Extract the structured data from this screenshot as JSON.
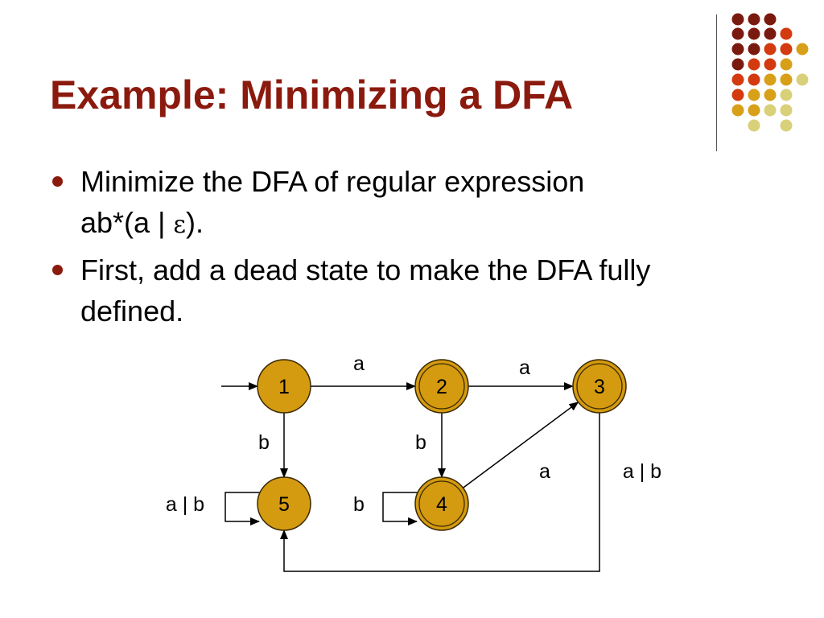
{
  "slide": {
    "title": "Example: Minimizing a DFA",
    "bullets": [
      {
        "lines": [
          "Minimize the DFA of regular expression",
          "ab*(a | ε)."
        ]
      },
      {
        "lines": [
          "First, add a dead state to make the DFA fully",
          "defined."
        ]
      }
    ]
  },
  "colors": {
    "title": "#8b1a0e",
    "text": "#000000",
    "bullet_dot": "#8b1a0e",
    "state_fill": "#d49a10",
    "state_stroke": "#3a2a00",
    "edge": "#000000",
    "decor_palette": [
      "#7a1a0e",
      "#d33a0f",
      "#d7a018",
      "#d9d07a"
    ]
  },
  "diagram": {
    "states": [
      {
        "id": "1",
        "label": "1",
        "accepting": false
      },
      {
        "id": "2",
        "label": "2",
        "accepting": true
      },
      {
        "id": "3",
        "label": "3",
        "accepting": true
      },
      {
        "id": "4",
        "label": "4",
        "accepting": true
      },
      {
        "id": "5",
        "label": "5",
        "accepting": false
      }
    ],
    "start_state": "1",
    "transitions": [
      {
        "from": "1",
        "to": "2",
        "label": "a"
      },
      {
        "from": "2",
        "to": "3",
        "label": "a"
      },
      {
        "from": "1",
        "to": "5",
        "label": "b"
      },
      {
        "from": "2",
        "to": "4",
        "label": "b"
      },
      {
        "from": "4",
        "to": "3",
        "label": "a"
      },
      {
        "from": "4",
        "to": "4",
        "label": "b"
      },
      {
        "from": "5",
        "to": "5",
        "label": "a | b"
      },
      {
        "from": "3",
        "to": "5",
        "label": "a | b"
      }
    ]
  }
}
